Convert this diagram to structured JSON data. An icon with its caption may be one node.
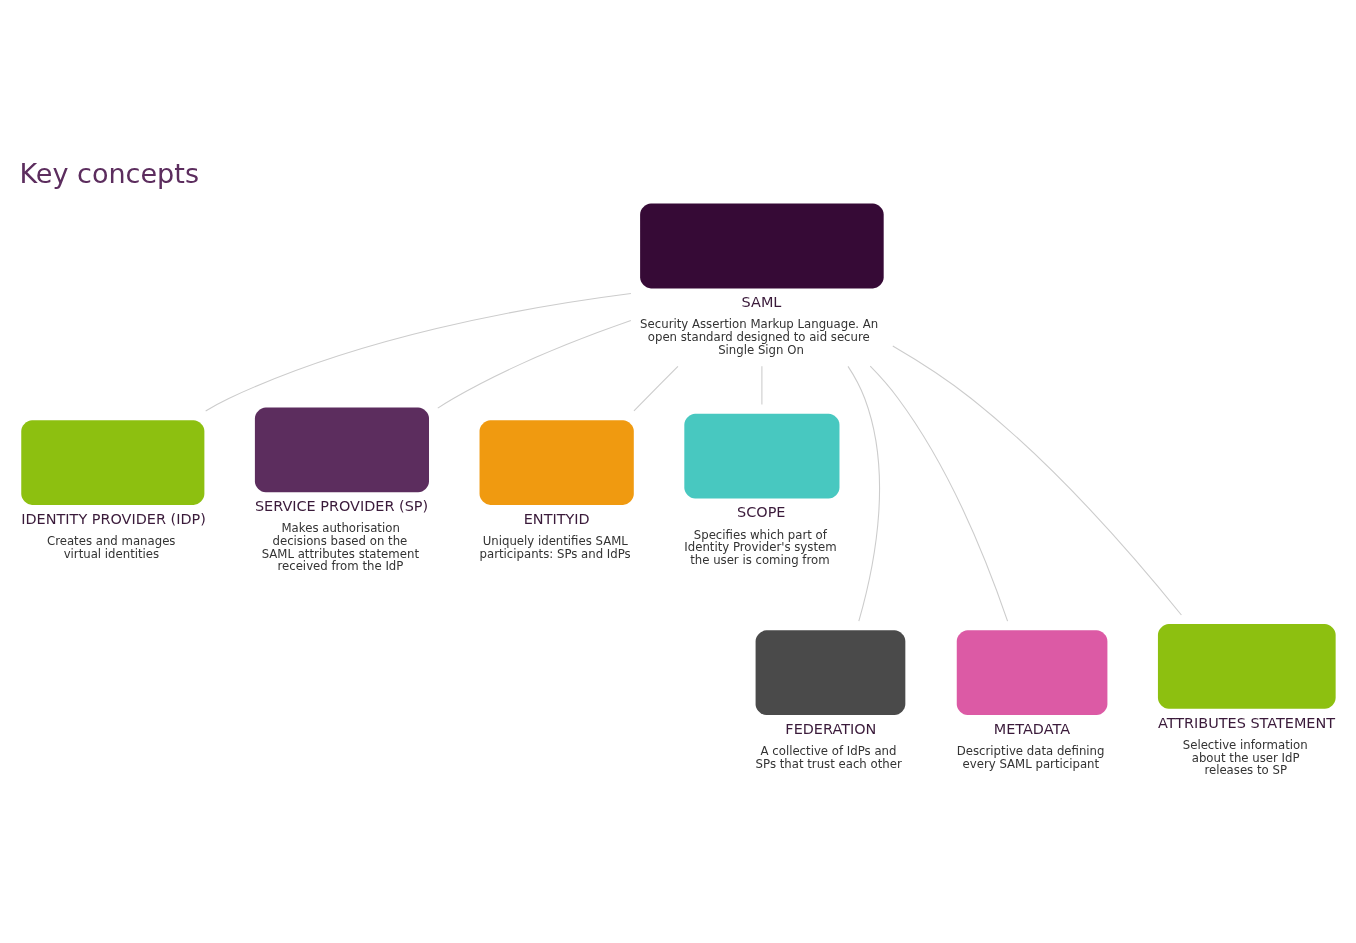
{
  "diagram": {
    "title": "Key concepts",
    "nodes": [
      {
        "text": [
          "SAML",
          "Security Assertion Markup Language. An open standard designed to aid secure Single Sign On"
        ]
      },
      {
        "text": [
          "IDENTITY PROVIDER (IDP)",
          "Creates and manages virtual identities"
        ]
      },
      {
        "text": [
          "SERVICE PROVIDER (SP)",
          "Makes authorisation decisions based on the SAML attributes statement received from the IdP"
        ]
      },
      {
        "text": [
          "ENTITYID",
          "Uniquely identifies SAML participants: SPs and IdPs"
        ]
      },
      {
        "text": [
          "SCOPE",
          "Specifies which part of Identity Provider's system the user is coming from"
        ]
      },
      {
        "text": [
          "FEDERATION",
          "A collective of IdPs and SPs that trust each other"
        ]
      },
      {
        "text": [
          "METADATA",
          "Descriptive data defining every SAML participant"
        ]
      },
      {
        "text": [
          "ATTRIBUTES STATEMENT",
          "Selective information about the user IdP releases to SP"
        ]
      }
    ],
    "edges": [
      {
        "from": 0,
        "to": 1,
        "arrow": "none"
      },
      {
        "from": 0,
        "to": 2,
        "arrow": "none"
      },
      {
        "from": 0,
        "to": 3,
        "arrow": "none"
      },
      {
        "from": 0,
        "to": 4,
        "arrow": "none"
      },
      {
        "from": 0,
        "to": 5,
        "arrow": "none"
      },
      {
        "from": 0,
        "to": 6,
        "arrow": "none"
      },
      {
        "from": 0,
        "to": 7,
        "arrow": "none"
      }
    ]
  }
}
